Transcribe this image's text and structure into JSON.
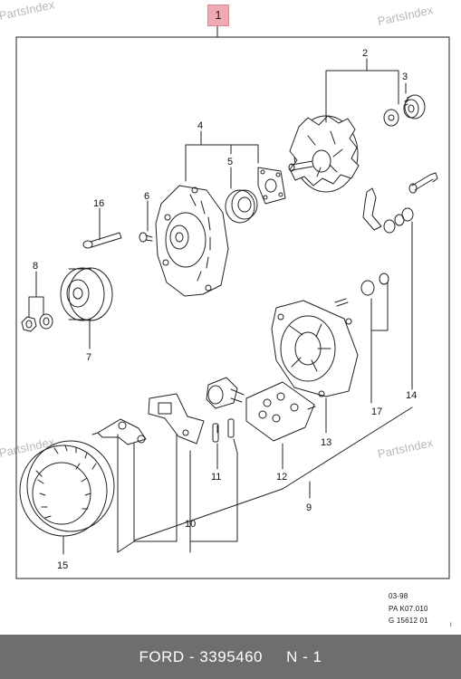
{
  "main_callout": "1",
  "watermark": "PartsIndex",
  "callouts": {
    "c2": "2",
    "c3": "3",
    "c4": "4",
    "c5": "5",
    "c6": "6",
    "c7": "7",
    "c8": "8",
    "c9": "9",
    "c10": "10",
    "c11": "11",
    "c12": "12",
    "c13": "13",
    "c14": "14",
    "c15": "15",
    "c16": "16",
    "c17": "17"
  },
  "reference": {
    "date": "03-98",
    "code1": "PA K07.010",
    "code2": "G 15612 01",
    "mark": "I"
  },
  "footer": {
    "brand": "FORD",
    "separator": "-",
    "part_number": "3395460",
    "quantity": "N - 1"
  }
}
